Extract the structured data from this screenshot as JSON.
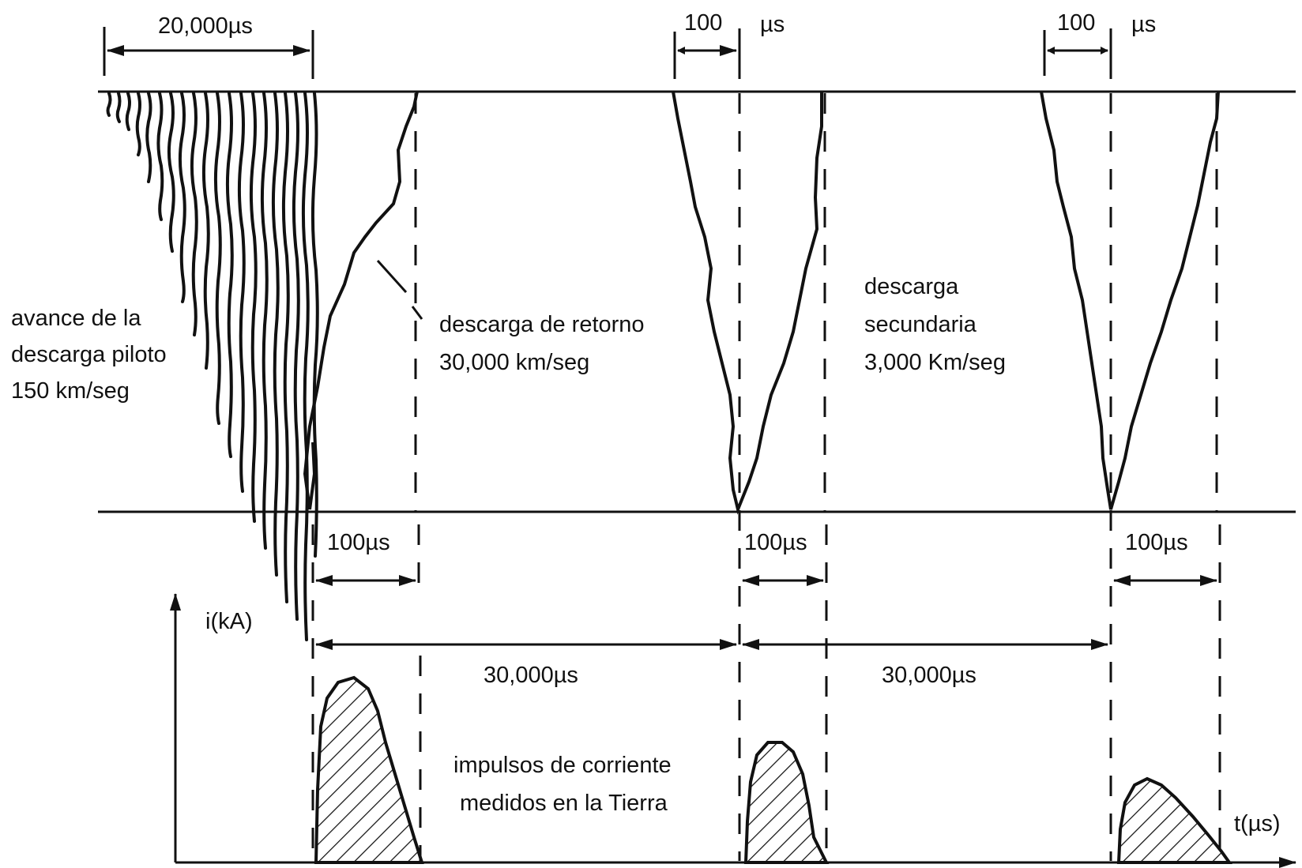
{
  "diagram": {
    "top_dims": {
      "pilot": "20,000µs",
      "second_val": "100",
      "second_unit": "µs",
      "third_val": "100",
      "third_unit": "µs"
    },
    "labels": {
      "pilot_line1": "avance de la",
      "pilot_line2": "descarga piloto",
      "pilot_line3": "150 km/seg",
      "return_line1": "descarga de retorno",
      "return_line2": "30,000 km/seg",
      "secondary_line1": "descarga",
      "secondary_line2": "secundaria",
      "secondary_line3": "3,000 Km/seg",
      "impulse_line1": "impulsos de corriente",
      "impulse_line2": "medidos en la Tierra"
    },
    "mid_dims": {
      "d1": "100µs",
      "d2": "100µs",
      "d3": "100µs",
      "gap1": "30,000µs",
      "gap2": "30,000µs"
    },
    "axes": {
      "y_label": "i(kA)",
      "x_label": "t(µs)"
    },
    "colors": {
      "ink": "#111111",
      "paper": "#ffffff"
    }
  }
}
